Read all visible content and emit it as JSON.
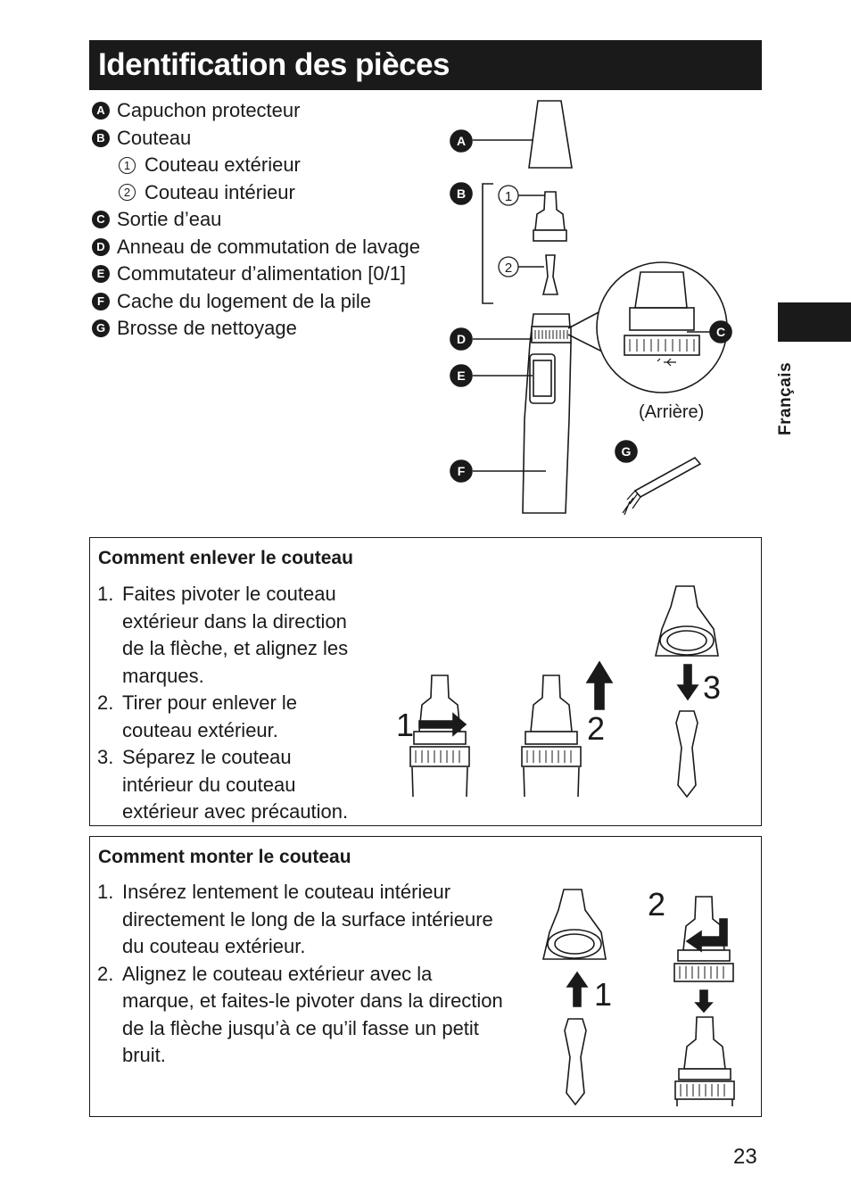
{
  "header": {
    "title": "Identification des pièces"
  },
  "parts": [
    {
      "letter": "A",
      "label": "Capuchon protecteur"
    },
    {
      "letter": "B",
      "label": "Couteau"
    },
    {
      "number": "1",
      "label": "Couteau extérieur"
    },
    {
      "number": "2",
      "label": "Couteau intérieur"
    },
    {
      "letter": "C",
      "label": "Sortie d’eau"
    },
    {
      "letter": "D",
      "label": "Anneau de commutation de lavage"
    },
    {
      "letter": "E",
      "label": "Commutateur d’alimentation [0/1]"
    },
    {
      "letter": "F",
      "label": "Cache du logement de la pile"
    },
    {
      "letter": "G",
      "label": "Brosse de nettoyage"
    }
  ],
  "diagram": {
    "callouts": [
      "A",
      "B",
      "C",
      "D",
      "E",
      "F",
      "G"
    ],
    "sub_callouts": [
      "1",
      "2"
    ],
    "rear_label": "(Arrière)"
  },
  "side_tab": {
    "language": "Français"
  },
  "remove_section": {
    "title": "Comment enlever le couteau",
    "steps": [
      {
        "num": "1.",
        "lines": [
          "Faites pivoter le couteau",
          "extérieur dans la direction",
          "de la flèche, et alignez les",
          "marques."
        ]
      },
      {
        "num": "2.",
        "lines": [
          "Tirer pour enlever le",
          "couteau extérieur."
        ]
      },
      {
        "num": "3.",
        "lines": [
          "Séparez le couteau",
          "intérieur du couteau",
          "extérieur avec précaution."
        ]
      }
    ],
    "figure_numbers": [
      "1",
      "2",
      "3"
    ]
  },
  "mount_section": {
    "title": "Comment monter le couteau",
    "steps": [
      {
        "num": "1.",
        "lines": [
          "Insérez lentement le couteau intérieur",
          "directement le long de la surface intérieure",
          "du couteau extérieur."
        ]
      },
      {
        "num": "2.",
        "lines": [
          "Alignez le couteau extérieur avec la",
          "marque, et faites-le pivoter dans la direction",
          "de la flèche jusqu’à ce qu’il fasse un petit",
          "bruit."
        ]
      }
    ],
    "figure_numbers": [
      "1",
      "2"
    ]
  },
  "page_number": "23"
}
